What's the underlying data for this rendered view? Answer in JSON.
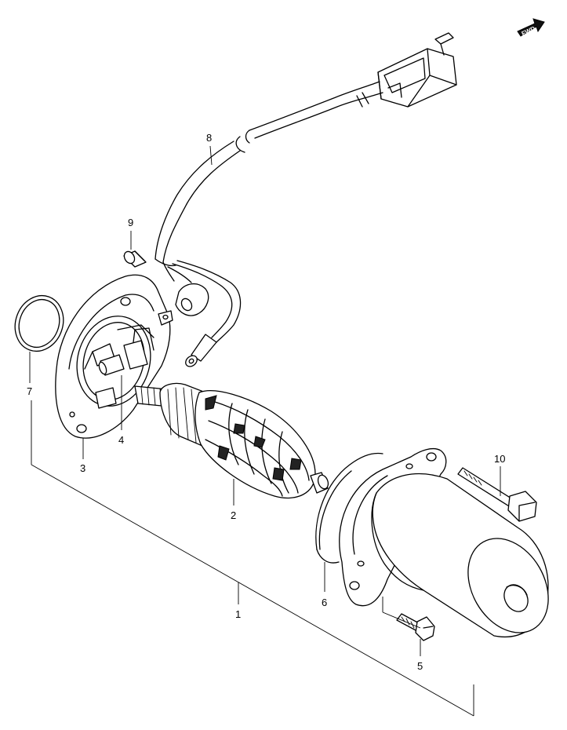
{
  "fwd_label": "FWD",
  "callouts": {
    "p1": "1",
    "p2": "2",
    "p3": "3",
    "p4": "4",
    "p5": "5",
    "p6": "6",
    "p7": "7",
    "p8": "8",
    "p9": "9",
    "p10": "10"
  }
}
